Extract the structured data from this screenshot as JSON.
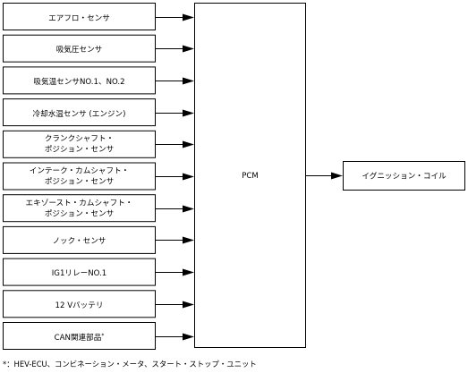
{
  "inputs": [
    {
      "lines": [
        "エアフロ・センサ"
      ]
    },
    {
      "lines": [
        "吸気圧センサ"
      ]
    },
    {
      "lines": [
        "吸気温センサNO.1、NO.2"
      ]
    },
    {
      "lines": [
        "冷却水温センサ (エンジン)"
      ]
    },
    {
      "lines": [
        "クランクシャフト・",
        "ポジション・センサ"
      ]
    },
    {
      "lines": [
        "インテーク・カムシャフト・",
        "ポジション・センサ"
      ]
    },
    {
      "lines": [
        "エキゾースト・カムシャフト・",
        "ポジション・センサ"
      ]
    },
    {
      "lines": [
        "ノック・センサ"
      ]
    },
    {
      "lines": [
        "IG1リレーNO.1"
      ]
    },
    {
      "lines": [
        "12 Vバッテリ"
      ]
    },
    {
      "lines": [
        "CAN関連部品"
      ],
      "marker": "*"
    }
  ],
  "controller": {
    "label": "PCM"
  },
  "output": {
    "label": "イグニッション・コイル"
  },
  "footnote": "*：HEV-ECU、コンビネーション・メータ、スタート・ストップ・ユニット"
}
